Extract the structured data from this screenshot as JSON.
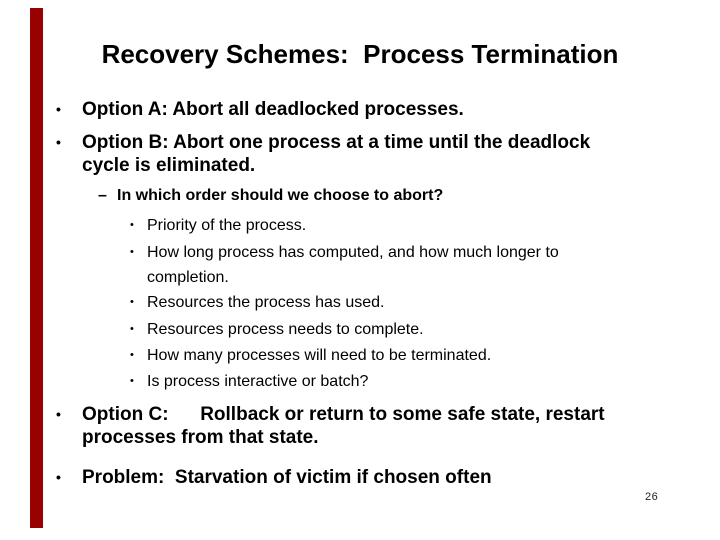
{
  "slide": {
    "title": "Recovery Schemes:  Process Termination",
    "page_number": "26",
    "accent_color": "#990000",
    "markers": {
      "level1": "•",
      "level2": "–",
      "level3": "•"
    },
    "bullets": {
      "option_a": {
        "lines": [
          "Option A: Abort all deadlocked processes."
        ]
      },
      "option_b": {
        "lines": [
          "Option B: Abort one process at a time until the deadlock",
          "cycle is eliminated."
        ]
      },
      "order_question": {
        "lines": [
          "In which order should we choose to abort?"
        ]
      },
      "priority": {
        "lines": [
          "Priority of the process."
        ]
      },
      "how_long": {
        "lines": [
          "How long process has computed, and how much longer to",
          "completion."
        ]
      },
      "resources_used": {
        "lines": [
          "Resources the process has used."
        ]
      },
      "resources_needed": {
        "lines": [
          "Resources process needs to complete."
        ]
      },
      "how_many": {
        "lines": [
          "How many processes will need to be terminated."
        ]
      },
      "interactive": {
        "lines": [
          "Is process interactive or batch?"
        ]
      },
      "option_c": {
        "lines": [
          "Option C:      Rollback or return to some safe state, restart",
          "processes from that state."
        ]
      },
      "problem": {
        "lines": [
          "Problem:  Starvation of victim if chosen often"
        ]
      }
    }
  }
}
